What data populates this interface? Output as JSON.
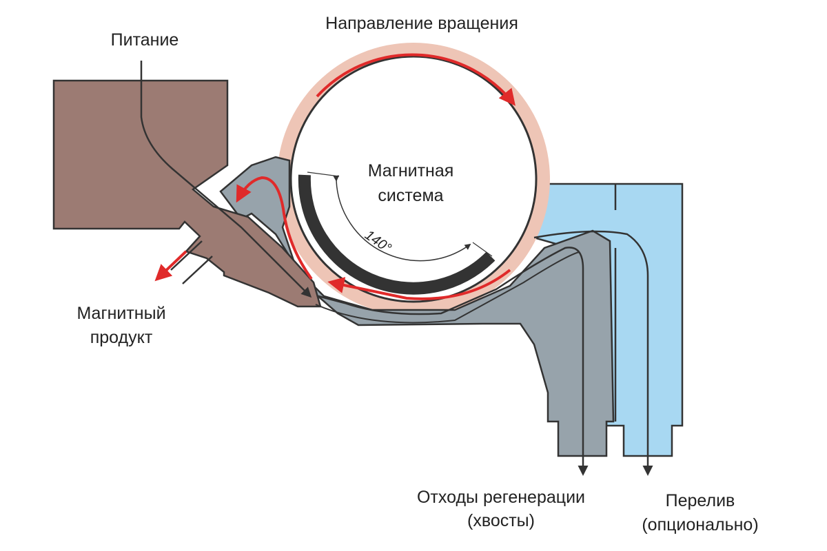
{
  "labels": {
    "feed": "Питание",
    "rotation": "Направление вращения",
    "magnet_line1": "Магнитная",
    "magnet_line2": "система",
    "angle": "140°",
    "mag_product_line1": "Магнитный",
    "mag_product_line2": "продукт",
    "tails_line1": "Отходы регенерации",
    "tails_line2": "(хвосты)",
    "overflow_line1": "Перелив",
    "overflow_line2": "(опционально)"
  },
  "colors": {
    "feed_box": "#9c7b73",
    "tank": "#97a3ab",
    "overflow": "#a8d8f2",
    "drum_band": "#eec5b6",
    "magnet": "#333333",
    "flow_arrow": "#e02a2a",
    "outline": "#333333"
  }
}
